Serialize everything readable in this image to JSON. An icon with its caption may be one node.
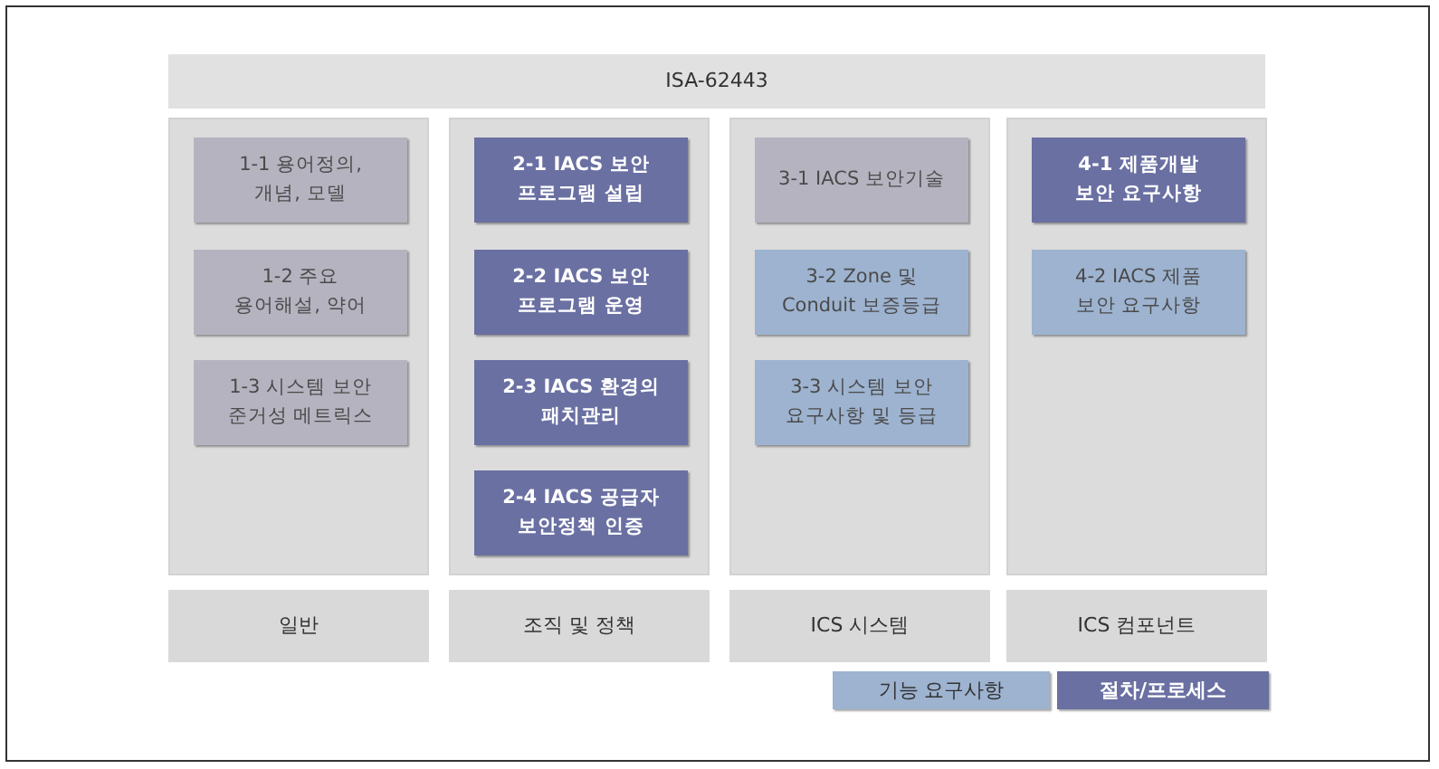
{
  "diagram": {
    "nodes": [
      {
        "text": [
          "ISA-62443"
        ]
      },
      {
        "text": [],
        "shape": "box"
      },
      {
        "text": [
          "1-1 용어정의, 개념, 모델"
        ],
        "in": 1
      },
      {
        "text": [
          "1-2 주요 용어해설, 약어"
        ],
        "in": 1
      },
      {
        "text": [
          "1-3 시스템 보안 준거성 메트릭스"
        ],
        "in": 1
      },
      {
        "text": [],
        "shape": "box"
      },
      {
        "text": [
          "2-1 IACS 보안 프로그램 설립"
        ],
        "in": 5
      },
      {
        "text": [
          "2-2 IACS 보안 프로그램 운영"
        ],
        "in": 5
      },
      {
        "text": [
          "2-3 IACS 환경의 패치관리"
        ],
        "in": 5
      },
      {
        "text": [
          "2-4 IACS 공급자 보안정책 인증"
        ],
        "in": 5
      },
      {
        "text": [],
        "shape": "box"
      },
      {
        "text": [
          "3-1 IACS 보안기술"
        ],
        "in": 10
      },
      {
        "text": [
          "3-2 Zone 및 Conduit 보증등급"
        ],
        "in": 10
      },
      {
        "text": [
          "3-3 시스템 보안 요구사항 및 등급"
        ],
        "in": 10
      },
      {
        "text": [],
        "shape": "box"
      },
      {
        "text": [
          "4-1 제품개발 보안 요구사항"
        ],
        "in": 14
      },
      {
        "text": [
          "4-2 IACS 제품 보안 요구사항"
        ],
        "in": 14
      },
      {
        "text": [
          "일반"
        ]
      },
      {
        "text": [
          "조직 및 정책"
        ]
      },
      {
        "text": [
          "ICS 시스템"
        ]
      },
      {
        "text": [
          "ICS 컴포넌트"
        ]
      }
    ],
    "legend": [
      {
        "text": "기능 요구사항",
        "color": "#9db3d0"
      },
      {
        "text": "절차/프로세스",
        "color": "#6a70a2"
      }
    ]
  }
}
